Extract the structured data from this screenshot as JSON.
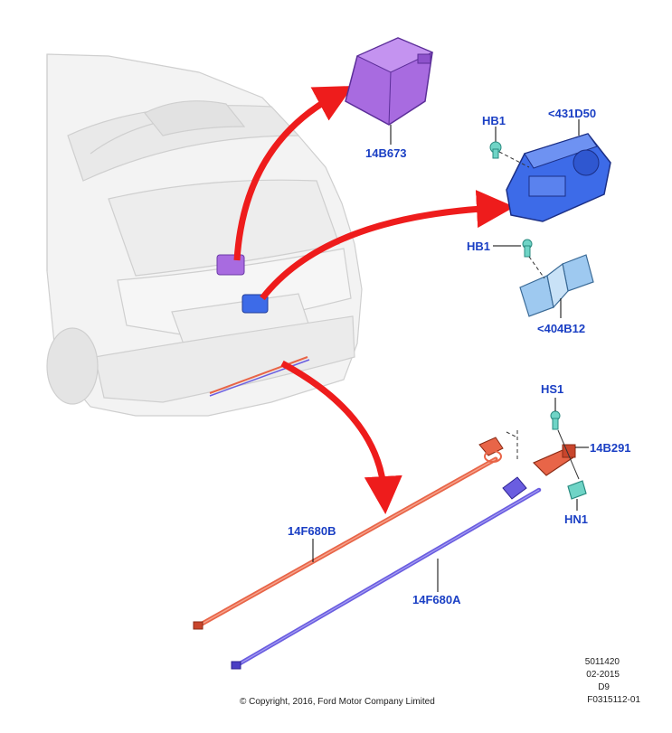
{
  "labels": {
    "hb1_top": "HB1",
    "d431": "<431D50",
    "b14_673": "14B673",
    "hb1_mid": "HB1",
    "b404": "<404B12",
    "hs1": "HS1",
    "b14_291": "14B291",
    "hn1": "HN1",
    "f680b": "14F680B",
    "f680a": "14F680A"
  },
  "footer": {
    "copyright": "© Copyright, 2016, Ford Motor Company Limited",
    "code1": "5011420",
    "date": "02-2015",
    "code2": "D9",
    "code3": "F0315112-01"
  },
  "colors": {
    "label": "#1a3fc4",
    "arrow": "#ee1c1c",
    "module_purple": "#a86be0",
    "actuator_blue": "#3d6be8",
    "bracket_light": "#9ec9f0",
    "cable_red": "#e86548",
    "cable_blue": "#6a5de0",
    "clip_teal": "#6fd4c6",
    "car_body": "#f2f2f2",
    "car_line": "#c8c8c8"
  }
}
